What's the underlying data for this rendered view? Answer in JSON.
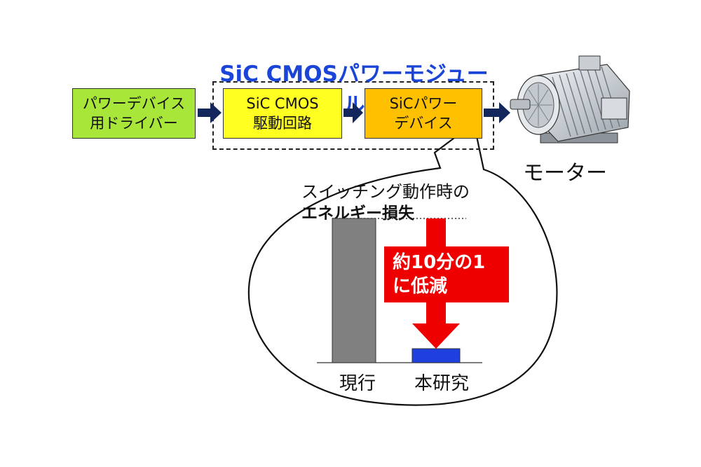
{
  "module_title": "SiC CMOSパワーモジュール",
  "blocks": {
    "driver": "パワーデバイス\n用ドライバー",
    "drive_circuit": "SiC CMOS\n駆動回路",
    "sic_device": "SiCパワー\nデバイス"
  },
  "motor_label": "モーター",
  "bubble": {
    "switching_label": "スイッチング動作時の",
    "energy_label": "エネルギー損失",
    "reduction_label": "約10分の1\nに低減"
  },
  "colors": {
    "driver": "#a8e63a",
    "drive_circuit": "#ffff22",
    "sic_device": "#ffc000",
    "title": "#1b45d6",
    "arrow": "#14275c",
    "bar_current": "#808080",
    "bar_research": "#1f3fe0",
    "reduction_arrow": "#ee0000"
  },
  "chart_data": {
    "type": "bar",
    "categories": [
      "現行",
      "本研究"
    ],
    "values": [
      1.0,
      0.1
    ]
  }
}
